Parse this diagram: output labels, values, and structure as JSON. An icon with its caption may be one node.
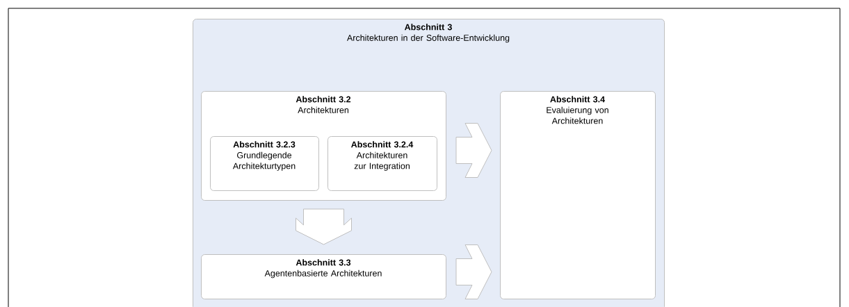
{
  "diagram": {
    "nodes": [
      {
        "text": [
          "Abschnitt 3",
          "Architekturen in der Software-Entwicklung"
        ]
      },
      {
        "text": [
          "Abschnitt 3.2",
          "Architekturen"
        ],
        "in": 0
      },
      {
        "text": [
          "Abschnitt 3.2.3",
          "Grundlegende Architekturtypen"
        ],
        "in": 1
      },
      {
        "text": [
          "Abschnitt 3.2.4",
          "Architekturen zur Integration"
        ],
        "in": 1
      },
      {
        "text": [
          "Abschnitt 3.3",
          "Agentenbasierte Architekturen"
        ],
        "in": 0
      },
      {
        "text": [
          "Abschnitt 3.4",
          "Evaluierung von Architekturen"
        ],
        "in": 0
      }
    ],
    "edges": [
      {
        "from": 1,
        "to": 5,
        "arrow": "to"
      },
      {
        "from": 1,
        "to": 4,
        "arrow": "to"
      },
      {
        "from": 4,
        "to": 5,
        "arrow": "to"
      }
    ]
  }
}
